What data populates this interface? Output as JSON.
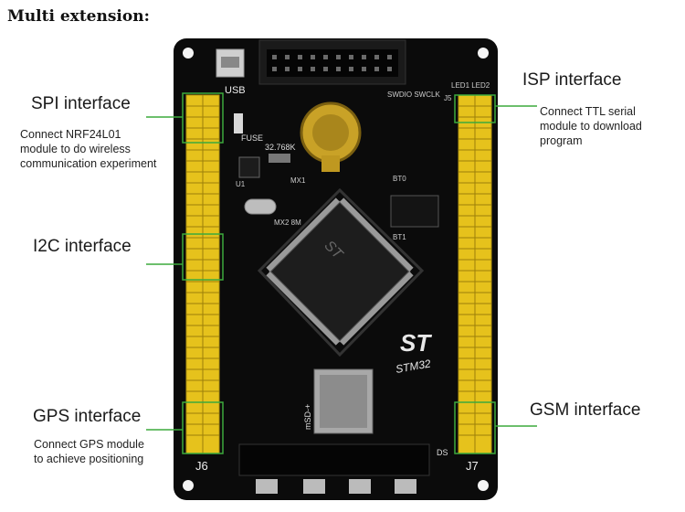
{
  "title": "Multi extension:",
  "labels": {
    "spi": "SPI interface",
    "spi_desc": "Connect NRF24L01\nmodule to do wireless\ncommunication experiment",
    "i2c": "I2C interface",
    "gps": "GPS interface",
    "gps_desc": "Connect GPS module\nto achieve positioning",
    "isp": "ISP interface",
    "isp_desc": "Connect TTL serial\nmodule to download\nprogram",
    "gsm": "GSM interface"
  },
  "board": {
    "usb": "USB",
    "fuse": "FUSE",
    "crystal": "32.768K",
    "mx1": "MX1",
    "mx2": "MX2 8M",
    "u1": "U1",
    "chip_brand": "ST",
    "stm32": "STM32",
    "msd": "mSD-+",
    "j6": "J6",
    "j7": "J7",
    "ds": "DS",
    "swd": "SWDIO SWCLK",
    "led": "LED1 LED2",
    "boot0": "BT0",
    "boot1": "BT1",
    "j5": "J5"
  },
  "colors": {
    "board": "#0b0b0b",
    "header": "#e6c21c",
    "leader": "#3caa3c"
  }
}
